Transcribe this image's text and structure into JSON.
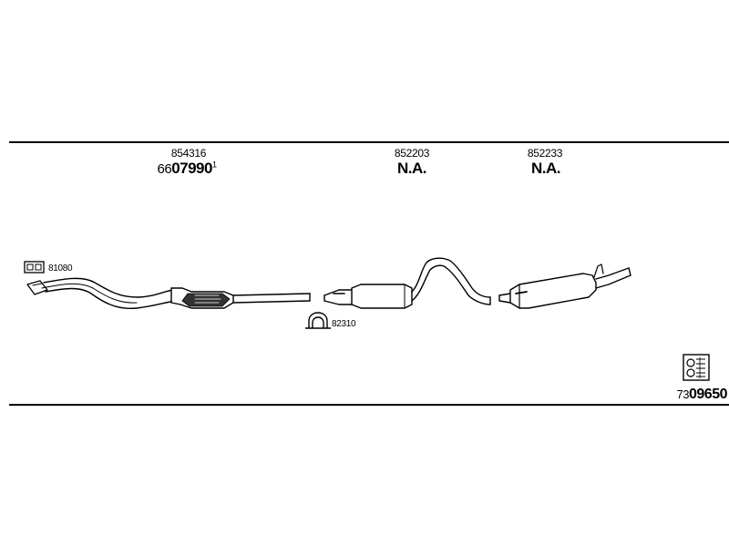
{
  "components": [
    {
      "part_number": "854316",
      "code_prefix": "66",
      "code_main": "07990",
      "code_note": "1"
    },
    {
      "part_number": "852203",
      "code_main": "N.A."
    },
    {
      "part_number": "852233",
      "code_main": "N.A."
    }
  ],
  "accessories": {
    "gasket_number": "81080",
    "clamp_number": "82310"
  },
  "reference": {
    "prefix": "73",
    "main": "09650"
  }
}
